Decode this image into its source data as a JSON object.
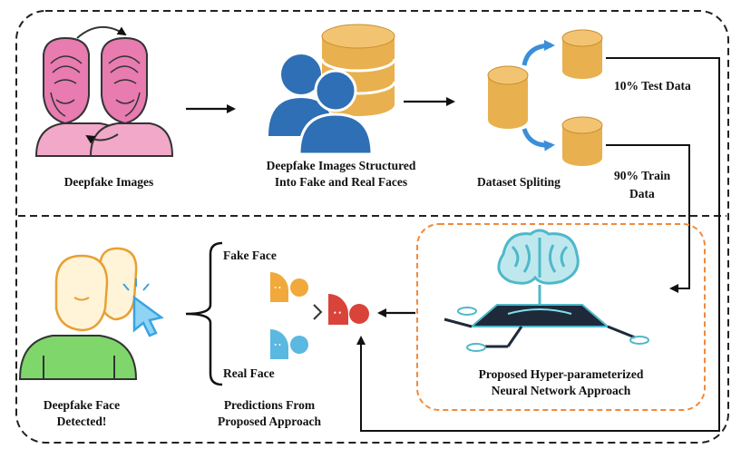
{
  "labels": {
    "deepfake_images": "Deepfake Images",
    "structured_line1": "Deepfake Images Structured",
    "structured_line2": "Into Fake and Real Faces",
    "dataset_splitting": "Dataset Spliting",
    "test_data": "10% Test Data",
    "train_line1": "90% Train",
    "train_line2": "Data",
    "fake_face": "Fake Face",
    "real_face": "Real Face",
    "proposed_line1": "Proposed Hyper-parameterized",
    "proposed_line2": "Neural Network Approach",
    "predictions_line1": "Predictions From",
    "predictions_line2": "Proposed Approach",
    "detected_line1": "Deepfake Face",
    "detected_line2": "Detected!"
  },
  "colors": {
    "cylinder": "#E8B04E",
    "person_blue": "#2F6FB5",
    "face_pink": "#E87BB0",
    "fake_face": "#F0A93A",
    "real_face": "#5BB8E0",
    "predictor": "#D9433A",
    "brain": "#4FB8C9",
    "detected_green": "#7FD66B",
    "cursor_blue": "#3BA3E0",
    "proposed_border": "#F08A3C"
  }
}
